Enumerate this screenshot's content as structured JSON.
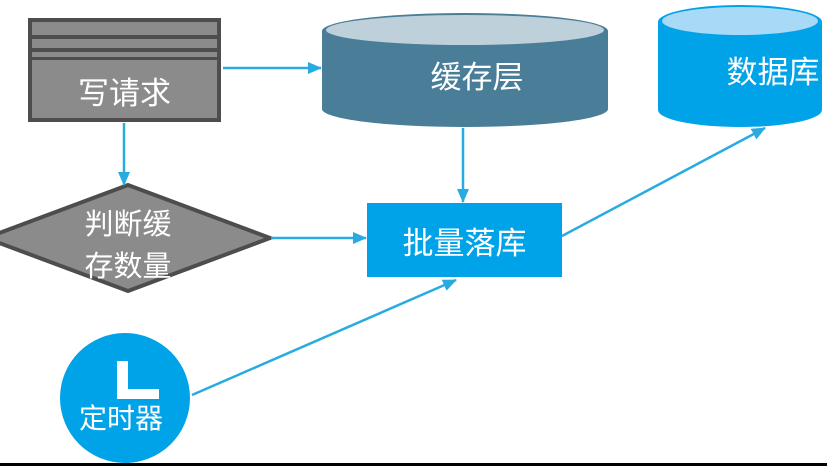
{
  "diagram": {
    "type": "flowchart",
    "background_color": "#ffffff",
    "arrow_color": "#29abe2",
    "baseline_color": "#000000",
    "nodes": {
      "write_request": {
        "label": "写请求",
        "shape": "striped-rectangle",
        "fill": "#8b8b8b",
        "border_color": "#4d4d4d",
        "text_color": "#ffffff"
      },
      "cache_layer": {
        "label": "缓存层",
        "shape": "cylinder",
        "fill": "#4a7d98",
        "top_fill": "#bed0da",
        "text_color": "#ffffff"
      },
      "database": {
        "label": "数据库",
        "shape": "cylinder",
        "fill": "#00a2e8",
        "top_fill": "#a8daf8",
        "text_color": "#ffffff"
      },
      "cache_check": {
        "label": "判断缓存数量",
        "label_line1": "判断缓",
        "label_line2": "存数量",
        "shape": "diamond",
        "fill": "#8b8b8b",
        "border_color": "#4d4d4d",
        "text_color": "#ffffff"
      },
      "batch_write": {
        "label": "批量落库",
        "shape": "rectangle",
        "fill": "#00a2e8",
        "text_color": "#ffffff"
      },
      "timer": {
        "label": "定时器",
        "icon": "clock-hands-icon",
        "shape": "circle",
        "fill": "#00a2e8",
        "text_color": "#ffffff"
      }
    },
    "edges": [
      {
        "from": "write_request",
        "to": "cache_layer"
      },
      {
        "from": "write_request",
        "to": "cache_check"
      },
      {
        "from": "cache_layer",
        "to": "batch_write"
      },
      {
        "from": "cache_check",
        "to": "batch_write"
      },
      {
        "from": "timer",
        "to": "batch_write"
      },
      {
        "from": "batch_write",
        "to": "database"
      }
    ]
  }
}
